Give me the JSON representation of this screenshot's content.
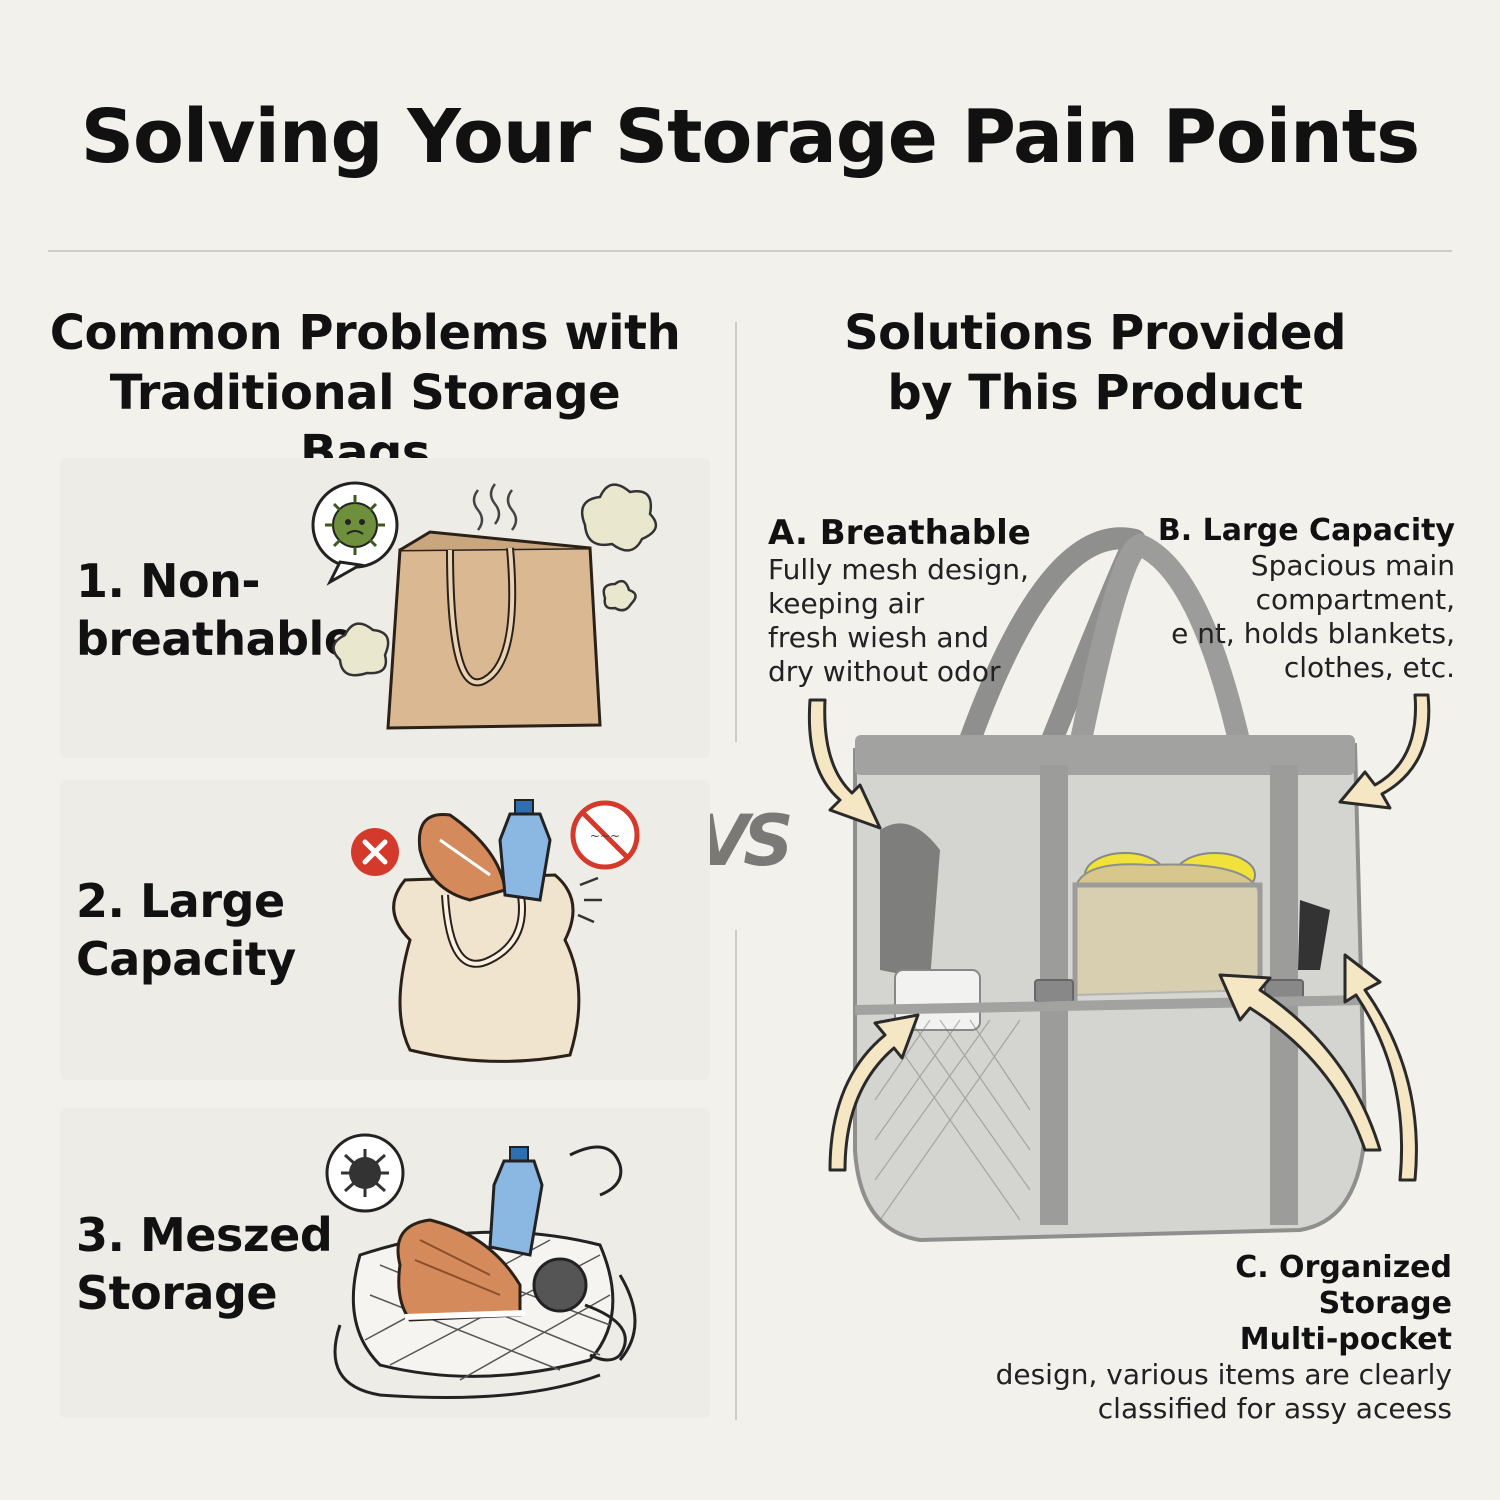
{
  "title": "Solving Your Storage Pain Points",
  "left_column": {
    "heading_line1": "Common Problems with",
    "heading_line2": "Traditional Storage Bags",
    "problems": [
      {
        "line1": "1. Non-",
        "line2": "breathable",
        "icon": "smelly-tote-bag-illustration"
      },
      {
        "line1": "2. Large",
        "line2": "Capacity",
        "icon": "overstuffed-sack-illustration"
      },
      {
        "line1": "3. Meszed",
        "line2": "Storage",
        "icon": "messy-net-bag-illustration"
      }
    ]
  },
  "vs_label": "VS",
  "right_column": {
    "heading_line1": "Solutions Provided",
    "heading_line2": "by This Product",
    "solutions": {
      "a": {
        "title": "A. Breathable",
        "lines": [
          "Fully mesh design,",
          "keeping air",
          "fresh wiesh and",
          "dry without odor"
        ]
      },
      "b": {
        "title": "B. Large Capacity",
        "lines": [
          "Spacious main",
          "compartment,",
          "e nt, holds blankets,",
          "clothes, etc."
        ]
      },
      "c": {
        "title_line1": "C. Organized",
        "title_line2": "Storage",
        "lines": [
          "Multi-pocket",
          "design, various items are clearly",
          "classified for assy aceess"
        ]
      }
    },
    "product_image": "grey-mesh-tote-bag"
  },
  "colors": {
    "background": "#f3f1ec",
    "text": "#111111",
    "bag_grey": "#9a9a98",
    "arrow_fill": "#f5e6c4",
    "warning_red": "#d33a2c",
    "germ_green": "#6e8f3c"
  }
}
